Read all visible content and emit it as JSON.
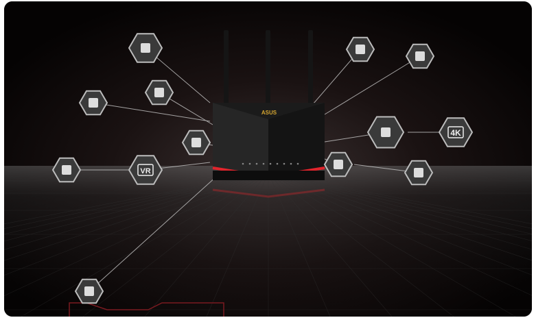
{
  "router": {
    "brand": "ASUS"
  },
  "nodes": [
    {
      "id": "laptop",
      "icon": "laptop-icon"
    },
    {
      "id": "gamepad",
      "icon": "gamepad-icon"
    },
    {
      "id": "security-camera",
      "icon": "security-camera-icon"
    },
    {
      "id": "webcam",
      "icon": "webcam-icon"
    },
    {
      "id": "media-player",
      "icon": "media-player-icon"
    },
    {
      "id": "vr",
      "icon": "vr-headset-icon",
      "label": "VR"
    },
    {
      "id": "tablet",
      "icon": "tablet-icon"
    },
    {
      "id": "nas",
      "icon": "nas-icon"
    },
    {
      "id": "projector",
      "icon": "projector-icon"
    },
    {
      "id": "desktop",
      "icon": "desktop-pc-icon"
    },
    {
      "id": "tv-4k",
      "icon": "tv-icon",
      "label": "4K"
    },
    {
      "id": "headphones",
      "icon": "headphones-icon"
    },
    {
      "id": "smartwatch",
      "icon": "smartwatch-icon"
    }
  ],
  "colors": {
    "accent": "#e0242c",
    "background": "#0a0707",
    "node_fill": "#3a3a3a",
    "node_stroke": "#bdbdbd"
  }
}
